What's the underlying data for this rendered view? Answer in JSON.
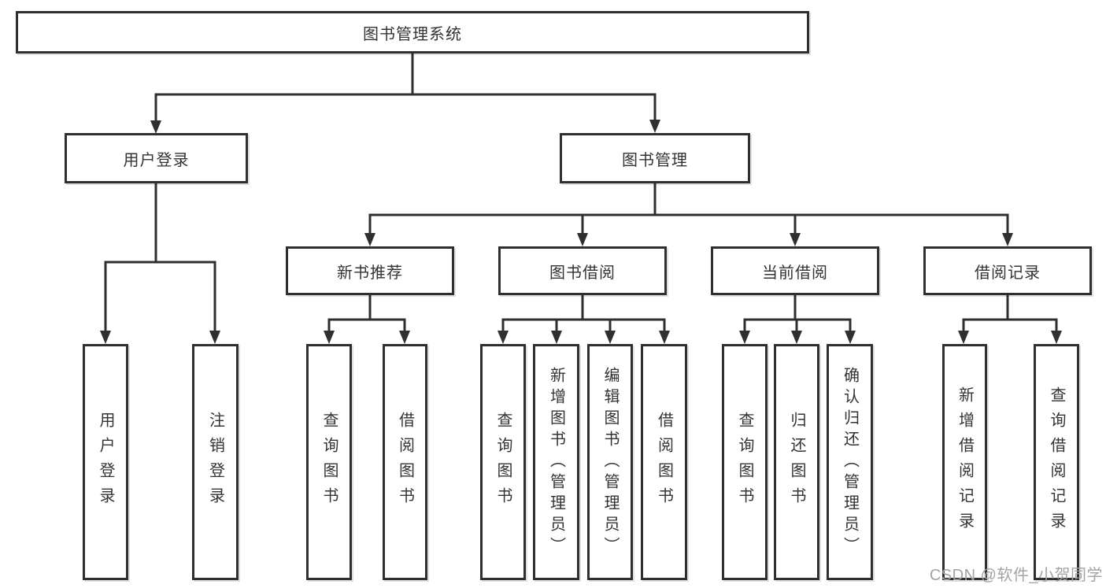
{
  "tree": {
    "label": "图书管理系统",
    "children": [
      {
        "label": "用户登录",
        "children": [
          {
            "label": "用户登录"
          },
          {
            "label": "注销登录"
          }
        ]
      },
      {
        "label": "图书管理",
        "children": [
          {
            "label": "新书推荐",
            "children": [
              {
                "label": "查询图书"
              },
              {
                "label": "借阅图书"
              }
            ]
          },
          {
            "label": "图书借阅",
            "children": [
              {
                "label": "查询图书"
              },
              {
                "label": "新增图书（管理员）"
              },
              {
                "label": "编辑图书（管理员）"
              },
              {
                "label": "借阅图书"
              }
            ]
          },
          {
            "label": "当前借阅",
            "children": [
              {
                "label": "查询图书"
              },
              {
                "label": "归还图书"
              },
              {
                "label": "确认归还（管理员）"
              }
            ]
          },
          {
            "label": "借阅记录",
            "children": [
              {
                "label": "新增借阅记录"
              },
              {
                "label": "查询借阅记录"
              }
            ]
          }
        ]
      }
    ]
  },
  "style": {
    "line_color": "#2f2f2f",
    "text_color": "#333333",
    "background": "#ffffff",
    "watermark_color": "#a3a3a3"
  },
  "watermark": {
    "text": "CSDN @软件_小贺同学"
  }
}
